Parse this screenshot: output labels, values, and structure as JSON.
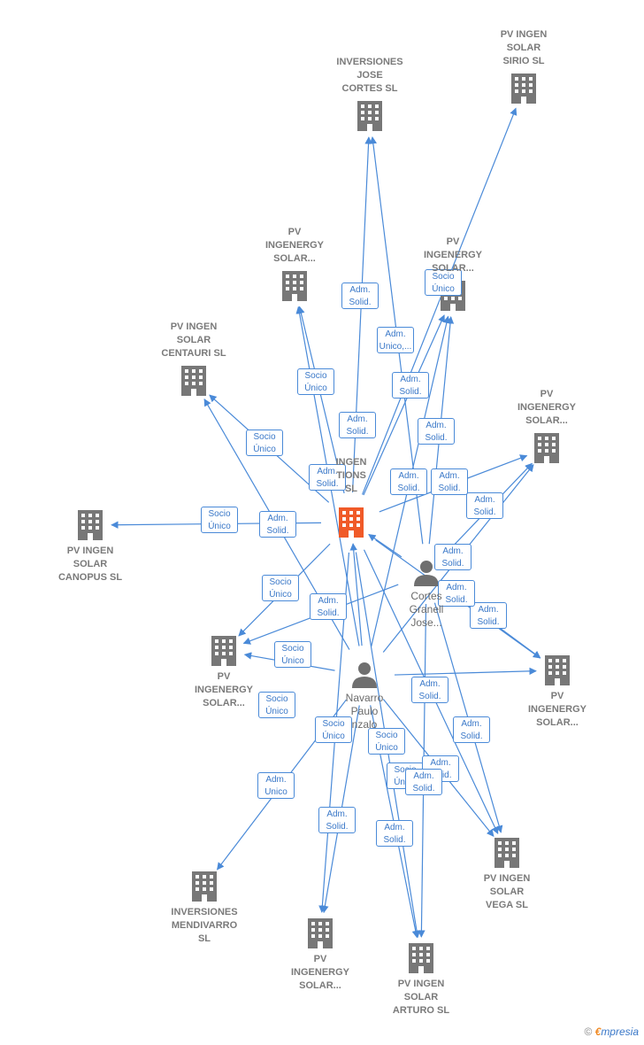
{
  "nodes": [
    {
      "id": "center",
      "kind": "company",
      "highlight": true,
      "label": "INGEN\nTIONS\nSL"
    },
    {
      "id": "sirio",
      "kind": "company",
      "label": "PV INGEN\nSOLAR\nSIRIO  SL"
    },
    {
      "id": "jose_cortes",
      "kind": "company",
      "label": "INVERSIONES\nJOSE\nCORTES  SL"
    },
    {
      "id": "pv_solar_a",
      "kind": "company",
      "label": "PV\nINGENERGY\nSOLAR..."
    },
    {
      "id": "pv_solar_b",
      "kind": "company",
      "label": "PV\nINGENERGY\nSOLAR..."
    },
    {
      "id": "centauri",
      "kind": "company",
      "label": "PV INGEN\nSOLAR\nCENTAURI  SL"
    },
    {
      "id": "pv_solar_c",
      "kind": "company",
      "label": "PV\nINGENERGY\nSOLAR..."
    },
    {
      "id": "canopus",
      "kind": "company",
      "label": "PV INGEN\nSOLAR\nCANOPUS  SL"
    },
    {
      "id": "pv_solar_d",
      "kind": "company",
      "label": "PV\nINGENERGY\nSOLAR..."
    },
    {
      "id": "pv_solar_e",
      "kind": "company",
      "label": "PV\nINGENERGY\nSOLAR..."
    },
    {
      "id": "vega",
      "kind": "company",
      "label": "PV INGEN\nSOLAR\nVEGA  SL"
    },
    {
      "id": "mendivarro",
      "kind": "company",
      "label": "INVERSIONES\nMENDIVARRO\nSL"
    },
    {
      "id": "pv_solar_f",
      "kind": "company",
      "label": "PV\nINGENERGY\nSOLAR..."
    },
    {
      "id": "arturo",
      "kind": "company",
      "label": "PV INGEN\nSOLAR\nARTURO  SL"
    },
    {
      "id": "cortes",
      "kind": "person",
      "label": "Cortes\nGranell\nJose..."
    },
    {
      "id": "navarro",
      "kind": "person",
      "label": "Navarro\nPaulo\nnzalo"
    }
  ],
  "edges": [
    {
      "from": "center",
      "to": "jose_cortes",
      "label": "Adm.\nSolid."
    },
    {
      "from": "center",
      "to": "pv_solar_b",
      "label": "Adm.\nUnico,..."
    },
    {
      "from": "center",
      "to": "pv_solar_a",
      "label": "Socio\nÚnico"
    },
    {
      "from": "center",
      "to": "centauri",
      "label": "Socio\nÚnico"
    },
    {
      "from": "center",
      "to": "canopus",
      "label": "Socio\nÚnico"
    },
    {
      "from": "center",
      "to": "pv_solar_c",
      "label": "Socio\nÚnico"
    },
    {
      "from": "center",
      "to": "pv_solar_d",
      "label": "Socio\nÚnico"
    },
    {
      "from": "center",
      "to": "sirio",
      "label": "Socio\nÚnico"
    },
    {
      "from": "center",
      "to": "arturo",
      "label": "Socio\nÚnico"
    },
    {
      "from": "center",
      "to": "pv_solar_f",
      "label": "Socio\nÚnico"
    },
    {
      "from": "center",
      "to": "vega",
      "label": "Socio\nÚnico"
    },
    {
      "from": "center",
      "to": "pv_solar_e",
      "label": "Socio\nÚnico"
    },
    {
      "from": "navarro",
      "to": "center",
      "label": "Adm.\nSolid."
    },
    {
      "from": "cortes",
      "to": "center",
      "label": "Adm.\nSolid."
    },
    {
      "from": "cortes",
      "to": "jose_cortes",
      "label": "Adm.\nSolid."
    },
    {
      "from": "cortes",
      "to": "pv_solar_b",
      "label": "Adm.\nSolid."
    },
    {
      "from": "cortes",
      "to": "pv_solar_e",
      "label": "Adm.\nSolid."
    },
    {
      "from": "cortes",
      "to": "pv_solar_c",
      "label": "Adm.\nSolid."
    },
    {
      "from": "cortes",
      "to": "pv_solar_d",
      "label": "Adm.\nSolid."
    },
    {
      "from": "cortes",
      "to": "vega",
      "label": "Adm.\nSolid."
    },
    {
      "from": "cortes",
      "to": "arturo",
      "label": "Adm.\nSolid."
    },
    {
      "from": "navarro",
      "to": "pv_solar_a",
      "label": "Adm.\nSolid."
    },
    {
      "from": "navarro",
      "to": "pv_solar_b",
      "label": "Adm.\nSolid."
    },
    {
      "from": "navarro",
      "to": "pv_solar_d",
      "label": "Adm.\nSolid."
    },
    {
      "from": "navarro",
      "to": "mendivarro",
      "label": "Adm.\nUnico"
    },
    {
      "from": "navarro",
      "to": "pv_solar_e",
      "label": "Adm.\nSolid."
    },
    {
      "from": "navarro",
      "to": "vega",
      "label": "Adm.\nSolid."
    },
    {
      "from": "navarro",
      "to": "pv_solar_f",
      "label": "Adm.\nSolid."
    },
    {
      "from": "navarro",
      "to": "arturo",
      "label": "Adm.\nSolid."
    },
    {
      "from": "navarro",
      "to": "centauri",
      "label": "Adm.\nSolid."
    },
    {
      "from": "navarro",
      "to": "pv_solar_c",
      "label": "Adm.\nSolid."
    }
  ],
  "colors": {
    "edge": "#4a8ad8",
    "building": "#777777",
    "building_highlight": "#f05a28",
    "person": "#6f6f6f"
  },
  "footer": {
    "copyright": "©",
    "brand_e": "€",
    "brand_rest": "mpresia"
  }
}
